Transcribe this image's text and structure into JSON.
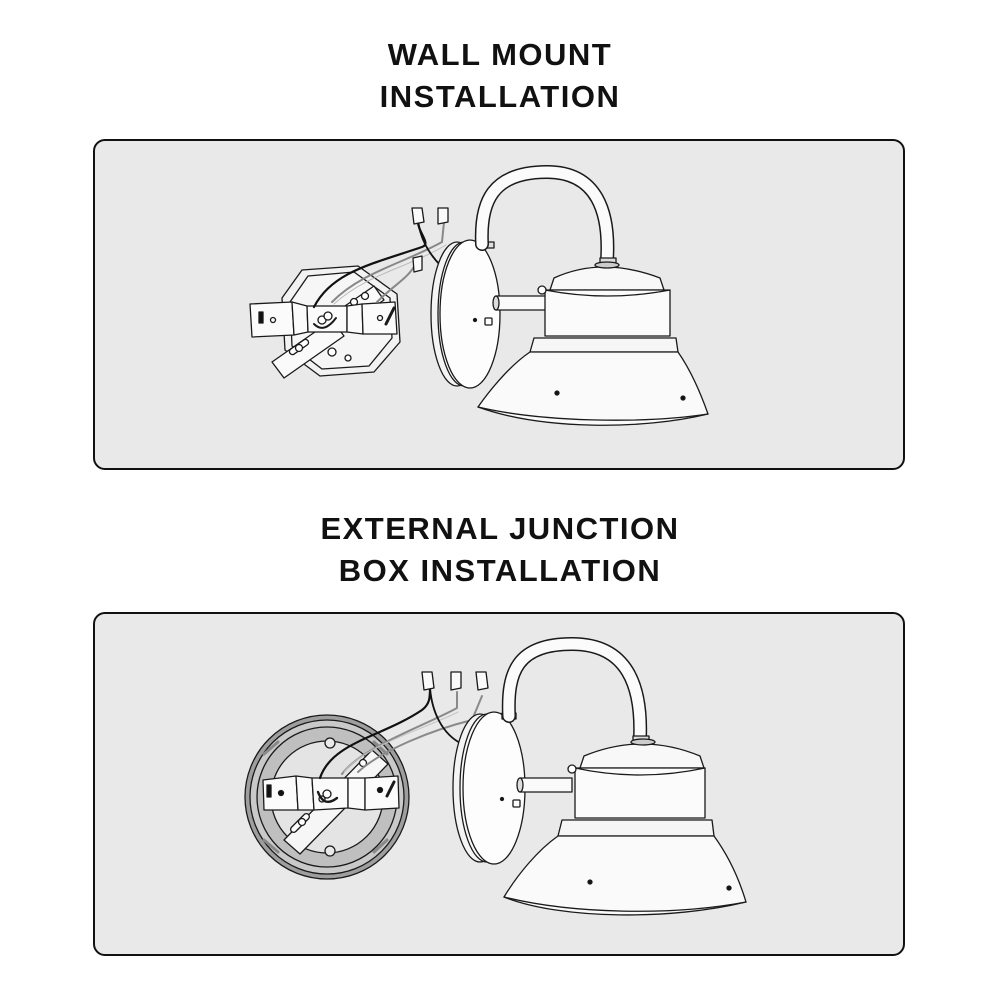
{
  "sections": [
    {
      "title_line1": "WALL MOUNT",
      "title_line2": "INSTALLATION",
      "illustration": "wall-mount-sconce-with-octagonal-box-and-crossbar"
    },
    {
      "title_line1": "EXTERNAL JUNCTION",
      "title_line2": "BOX INSTALLATION",
      "illustration": "wall-mount-sconce-with-round-external-junction-box-and-crossbar"
    }
  ],
  "colors": {
    "panel_fill": "#e9e9e9",
    "panel_border": "#111111",
    "line": "#1a1a1a",
    "part_fill": "#f7f7f7",
    "wire_gray": "#8a8a8a",
    "box_gray": "#bdbdbd"
  }
}
